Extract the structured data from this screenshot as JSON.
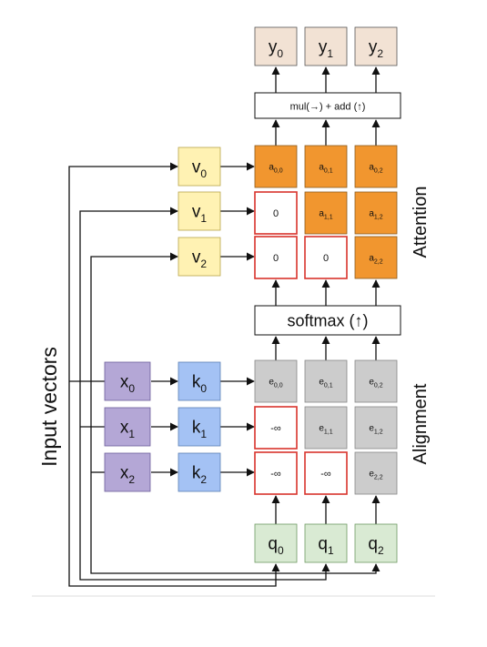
{
  "side_labels": {
    "input": "Input vectors",
    "attention": "Attention",
    "alignment": "Alignment"
  },
  "ops": {
    "combine": "mul(→) + add (↑)",
    "softmax": "softmax (↑)"
  },
  "outputs": [
    {
      "base": "y",
      "sub": "0"
    },
    {
      "base": "y",
      "sub": "1"
    },
    {
      "base": "y",
      "sub": "2"
    }
  ],
  "values": [
    {
      "base": "v",
      "sub": "0"
    },
    {
      "base": "v",
      "sub": "1"
    },
    {
      "base": "v",
      "sub": "2"
    }
  ],
  "attention_rows": [
    [
      {
        "base": "a",
        "sub": "0,0",
        "masked": false
      },
      {
        "base": "a",
        "sub": "0,1",
        "masked": false
      },
      {
        "base": "a",
        "sub": "0,2",
        "masked": false
      }
    ],
    [
      {
        "base": "0",
        "sub": "",
        "masked": true
      },
      {
        "base": "a",
        "sub": "1,1",
        "masked": false
      },
      {
        "base": "a",
        "sub": "1,2",
        "masked": false
      }
    ],
    [
      {
        "base": "0",
        "sub": "",
        "masked": true
      },
      {
        "base": "0",
        "sub": "",
        "masked": true
      },
      {
        "base": "a",
        "sub": "2,2",
        "masked": false
      }
    ]
  ],
  "inputs": [
    {
      "base": "x",
      "sub": "0"
    },
    {
      "base": "x",
      "sub": "1"
    },
    {
      "base": "x",
      "sub": "2"
    }
  ],
  "keys": [
    {
      "base": "k",
      "sub": "0"
    },
    {
      "base": "k",
      "sub": "1"
    },
    {
      "base": "k",
      "sub": "2"
    }
  ],
  "alignment_rows": [
    [
      {
        "base": "e",
        "sub": "0,0",
        "masked": false
      },
      {
        "base": "e",
        "sub": "0,1",
        "masked": false
      },
      {
        "base": "e",
        "sub": "0,2",
        "masked": false
      }
    ],
    [
      {
        "base": "-∞",
        "sub": "",
        "masked": true
      },
      {
        "base": "e",
        "sub": "1,1",
        "masked": false
      },
      {
        "base": "e",
        "sub": "1,2",
        "masked": false
      }
    ],
    [
      {
        "base": "-∞",
        "sub": "",
        "masked": true
      },
      {
        "base": "-∞",
        "sub": "",
        "masked": true
      },
      {
        "base": "e",
        "sub": "2,2",
        "masked": false
      }
    ]
  ],
  "queries": [
    {
      "base": "q",
      "sub": "0"
    },
    {
      "base": "q",
      "sub": "1"
    },
    {
      "base": "q",
      "sub": "2"
    }
  ],
  "colors": {
    "output_fill": "#f2e2d4",
    "value_fill": "#fff2b3",
    "attention_fill": "#f1962f",
    "masked_stroke": "#d9332c",
    "input_fill": "#b4a7d6",
    "key_fill": "#a4c2f4",
    "alignment_fill": "#cccccc",
    "query_fill": "#d9ead3",
    "line": "#111111"
  }
}
